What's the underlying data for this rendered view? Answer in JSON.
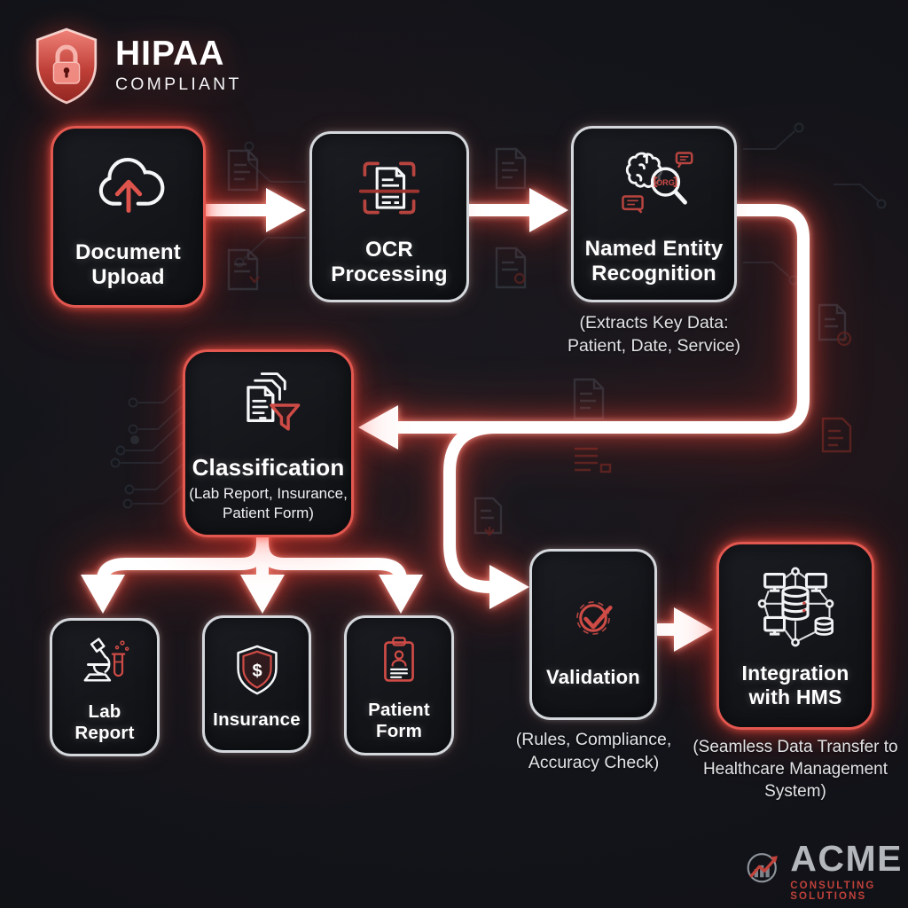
{
  "badge": {
    "title": "HIPAA",
    "subtitle": "COMPLIANT",
    "icon": "shield-lock-icon"
  },
  "colors": {
    "background": "#121318",
    "accent_red": "#e2574f",
    "glow_red": "#ff4b3a",
    "silver_border": "#d4d7db",
    "box_fill": "#14161b",
    "label_white": "#ffffff",
    "caption_grey": "#e2e3e5",
    "logo_grey": "#b4b8bd",
    "logo_red": "#bf413b"
  },
  "flow": {
    "nodes": [
      {
        "id": "document-upload",
        "label": "Document Upload",
        "icon": "cloud-upload-icon",
        "border": "red"
      },
      {
        "id": "ocr-processing",
        "label": "OCR Processing",
        "icon": "document-scan-icon",
        "border": "silver"
      },
      {
        "id": "named-entity-recognition",
        "label": "Named Entity Recognition",
        "icon": "brain-entity-magnifier-icon",
        "icon_text": "ORG",
        "border": "silver",
        "caption": "(Extracts Key Data: Patient, Date, Service)"
      },
      {
        "id": "classification",
        "label": "Classification",
        "sublabel": "(Lab Report, Insurance, Patient Form)",
        "icon": "documents-filter-icon",
        "border": "red"
      },
      {
        "id": "lab-report",
        "label": "Lab Report",
        "icon": "microscope-testtube-icon",
        "border": "silver"
      },
      {
        "id": "insurance",
        "label": "Insurance",
        "icon": "shield-dollar-icon",
        "icon_text": "$",
        "border": "silver"
      },
      {
        "id": "patient-form",
        "label": "Patient Form",
        "icon": "clipboard-patient-icon",
        "border": "silver"
      },
      {
        "id": "validation",
        "label": "Validation",
        "icon": "badge-check-icon",
        "border": "silver",
        "caption": "(Rules, Compliance, Accuracy Check)"
      },
      {
        "id": "integration-hms",
        "label": "Integration with HMS",
        "icon": "network-database-icon",
        "border": "red",
        "caption": "(Seamless Data Transfer to Healthcare Management System)"
      }
    ],
    "edges": [
      {
        "from": "document-upload",
        "to": "ocr-processing"
      },
      {
        "from": "ocr-processing",
        "to": "named-entity-recognition"
      },
      {
        "from": "named-entity-recognition",
        "to": "classification"
      },
      {
        "from": "classification",
        "to": "lab-report"
      },
      {
        "from": "classification",
        "to": "insurance"
      },
      {
        "from": "classification",
        "to": "patient-form"
      },
      {
        "from": "named-entity-recognition",
        "to": "validation"
      },
      {
        "from": "validation",
        "to": "integration-hms"
      }
    ],
    "background_decor": [
      "circuit-traces",
      "faint-document-icons"
    ]
  },
  "logo": {
    "name": "ACME",
    "tagline": "CONSULTING SOLUTIONS",
    "icon": "growth-chart-icon"
  }
}
